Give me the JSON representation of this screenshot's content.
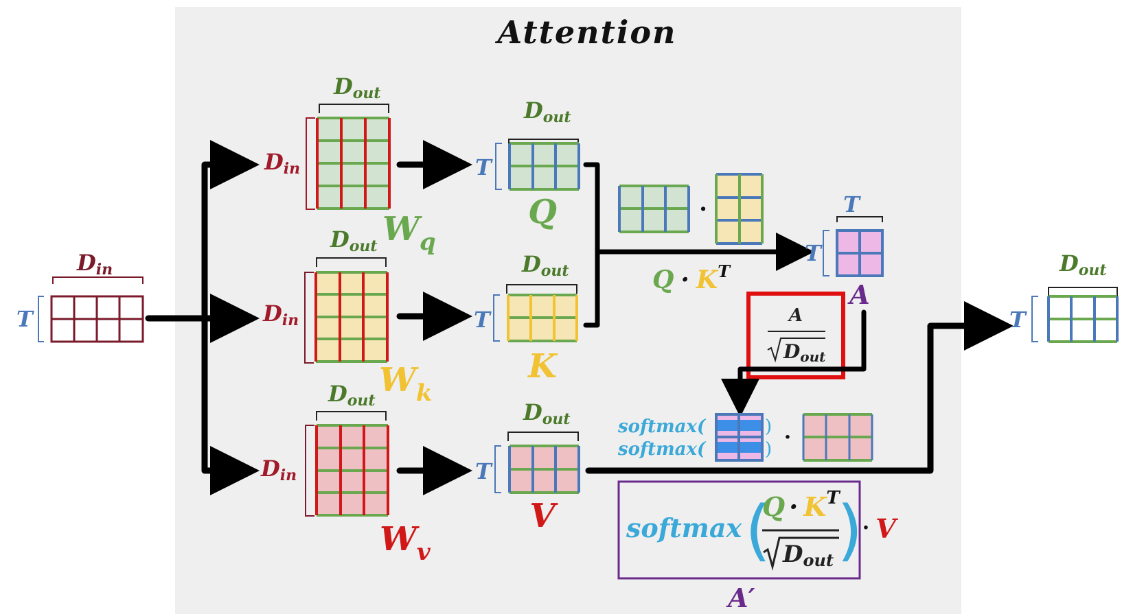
{
  "title": "Attention",
  "labels": {
    "D": "D",
    "in": "in",
    "out": "out",
    "T": "T",
    "W": "W",
    "q": "q",
    "k": "k",
    "v": "v",
    "Q": "Q",
    "K": "K",
    "V": "V",
    "A": "A",
    "A_prime": "A′",
    "dot": "·",
    "softmax": "softmax",
    "open_paren": "(",
    "close_paren": ")"
  },
  "colors": {
    "input_border": "#7a1a2a",
    "green": "#6aa84f",
    "green_fill": "#d3e3d2",
    "yellow": "#f1c232",
    "yellow_fill": "#f6e6b5",
    "red": "#d01818",
    "red_fill": "#eec0c4",
    "blue": "#4a78b8",
    "blue_fill": "#3d8ee6",
    "pink_fill": "#eeb8e6",
    "purple": "#6a2a8c",
    "cyan": "#3aa8d8",
    "highlight_box": "#e01010",
    "panel_bg": "#efefef"
  }
}
